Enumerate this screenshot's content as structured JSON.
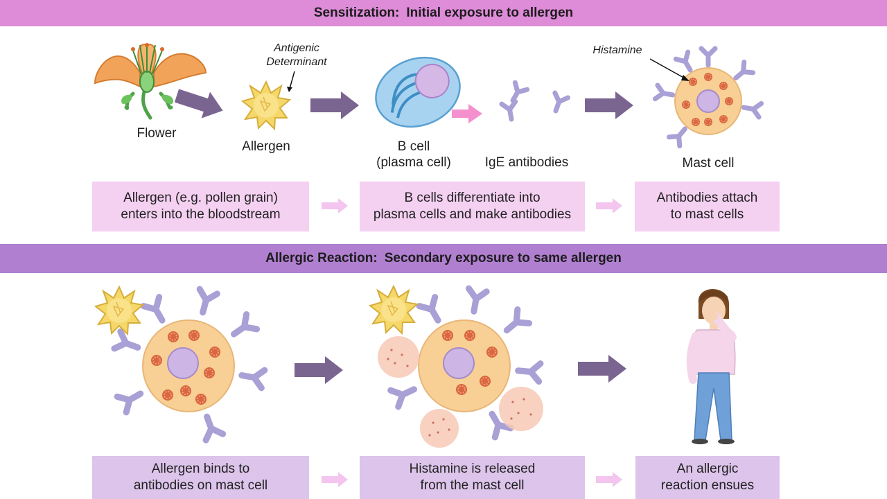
{
  "sensitization": {
    "heading_bold": "Sensitization:",
    "heading_rest": "Initial exposure to allergen",
    "labels": {
      "flower": "Flower",
      "allergen": "Allergen",
      "antigenic": "Antigenic\nDeterminant",
      "bcell": "B cell\n(plasma cell)",
      "ige": "IgE antibodies",
      "histamine": "Histamine",
      "mast": "Mast cell"
    },
    "boxes": [
      "Allergen (e.g. pollen grain)\nenters into the bloodstream",
      "B cells differentiate into\nplasma cells and make antibodies",
      "Antibodies attach\nto mast cells"
    ]
  },
  "reaction": {
    "heading_bold": "Allergic Reaction:",
    "heading_rest": "Secondary exposure to same allergen",
    "boxes": [
      "Allergen binds to\nantibodies on mast cell",
      "Histamine is released\nfrom the mast cell",
      "An allergic\nreaction ensues"
    ]
  },
  "colors": {
    "band_top": "#de8bd8",
    "band_bottom": "#b07fd0",
    "box_top": "#f4d0f1",
    "box_bottom": "#dcc4ea",
    "arrow": "#7a6490",
    "cell": "#f8cf94",
    "nucleus": "#cdb5e6",
    "granule": "#d9673f",
    "antibody": "#a9a0d6",
    "pollen": "#f6d76a"
  },
  "icons": [
    "flower-icon",
    "pollen-icon",
    "b-cell-icon",
    "antibody-icon",
    "mast-cell-icon",
    "person-icon",
    "arrow-icon"
  ]
}
